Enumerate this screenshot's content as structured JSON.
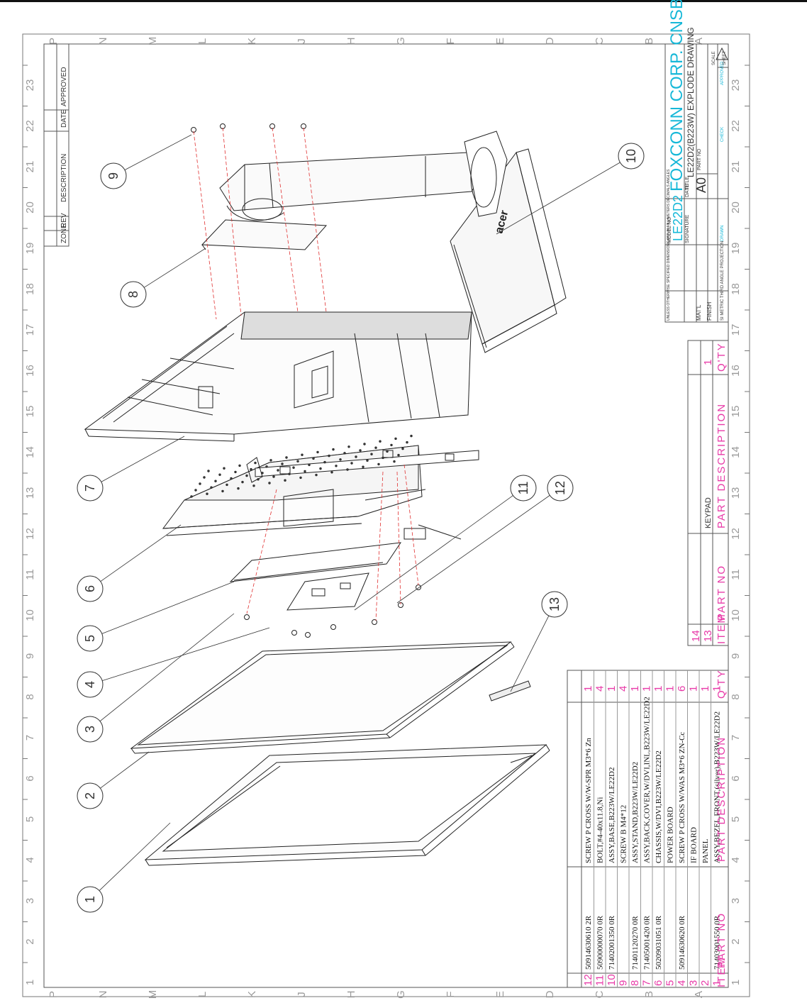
{
  "title_block": {
    "company": "FOXCONN CORP. CNSBU_XQ",
    "model_label": "MODEL NO",
    "model_no": "LE22D2",
    "title_label": "TITLE",
    "title": "LE22D2(B223W) EXPLODE DRAWING",
    "size_label": "SIZE",
    "size": "A0",
    "part_no_label": "PART NO",
    "signature_label": "SIGNATURE",
    "date_label": "DATE",
    "tolerance_note": "UNLESS OTHERWISE SPECIFIED DIMENSIONS ARE IN MILLIMETERS DECIMALS ANGLES",
    "matl_label": "MAT'L",
    "finish_label": "FINISH",
    "drawn": "DRAWN",
    "checked": "CHECK",
    "approved": "APPROVED",
    "scale_label": "SCALE",
    "sheet_label": "SHEET",
    "units_note": "SI METRIC THIRD ANGLE PROJECTION"
  },
  "revision_block": {
    "headers": [
      "ZONE",
      "REV",
      "DESCRIPTION",
      "DATE",
      "APPROVED"
    ]
  },
  "bom_main": {
    "headers": {
      "item": "ITEM",
      "part_no": "PART NO",
      "description": "PART DESCRIPTION",
      "qty": "Q'TY"
    },
    "rows": [
      {
        "item": "12",
        "part_no": "50914630610 2R",
        "description": "SCREW P CROSS W/W-SPR M3*6 Zn",
        "qty": "1"
      },
      {
        "item": "11",
        "part_no": "50900000070 0R",
        "description": "BOLT,#4-40x11.8,Ni",
        "qty": "4"
      },
      {
        "item": "10",
        "part_no": "71402001350 0R",
        "description": "ASSY,BASE,B223W/LE22D2",
        "qty": "1"
      },
      {
        "item": "9",
        "part_no": "",
        "description": "SCREW B M4*12",
        "qty": "4"
      },
      {
        "item": "8",
        "part_no": "71401120270 0R",
        "description": "ASSY,STAND,B223W/LE22D2",
        "qty": "1"
      },
      {
        "item": "7",
        "part_no": "71405001420 0R",
        "description": "ASSY,BACK,COVER,W/DVI,INL,B223W/LE22D2",
        "qty": "1"
      },
      {
        "item": "6",
        "part_no": "50209031051 0R",
        "description": "CHASSIS,W/DVI,B223W/LE22D2",
        "qty": "1"
      },
      {
        "item": "5",
        "part_no": "",
        "description": "POWER BOARD",
        "qty": "1"
      },
      {
        "item": "4",
        "part_no": "50914630620 0R",
        "description": "SCREW P CROSS W/WAS M3*6 ZN-Cc",
        "qty": "6"
      },
      {
        "item": "3",
        "part_no": "",
        "description": "IF BOARD",
        "qty": "1"
      },
      {
        "item": "2",
        "part_no": "",
        "description": "PANEL",
        "qty": "1"
      },
      {
        "item": "1",
        "part_no": "71403001550 0R",
        "description": "ASSY,BEZEL,FRONT,(silver),B223W/LE22D2",
        "qty": "1"
      }
    ]
  },
  "bom_small": {
    "headers": {
      "item": "ITEM",
      "part_no": "PART NO",
      "description": "PART DESCRIPTION",
      "qty": "Q'TY"
    },
    "rows": [
      {
        "item": "14",
        "part_no": "",
        "description": "",
        "qty": ""
      },
      {
        "item": "13",
        "part_no": "",
        "description": "KEYPAD",
        "qty": "1"
      }
    ]
  },
  "balloons": [
    "1",
    "2",
    "3",
    "4",
    "5",
    "6",
    "7",
    "8",
    "9",
    "10",
    "11",
    "12",
    "13"
  ],
  "zone_numbers": [
    "1",
    "2",
    "3",
    "4",
    "5",
    "6",
    "7",
    "8",
    "9",
    "10",
    "11",
    "12",
    "13",
    "14",
    "15",
    "16",
    "17",
    "18",
    "19",
    "20",
    "21",
    "22",
    "23"
  ],
  "zone_letters": [
    "P",
    "N",
    "M",
    "L",
    "K",
    "J",
    "H",
    "G",
    "F",
    "E",
    "D",
    "C",
    "B",
    "A"
  ],
  "brand_mark": "acer"
}
